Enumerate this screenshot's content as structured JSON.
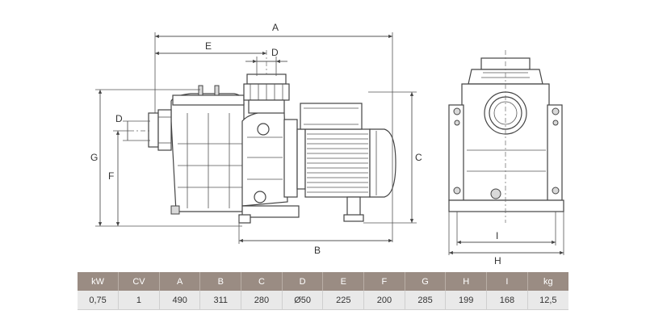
{
  "labels": {
    "a": "A",
    "b": "B",
    "c": "C",
    "d_top": "D",
    "d_side": "D",
    "e": "E",
    "f": "F",
    "g": "G",
    "h": "H",
    "i": "I"
  },
  "table": {
    "headers": [
      "kW",
      "CV",
      "A",
      "B",
      "C",
      "D",
      "E",
      "F",
      "G",
      "H",
      "I",
      "kg"
    ],
    "rows": [
      [
        "0,75",
        "1",
        "490",
        "311",
        "280",
        "Ø50",
        "225",
        "200",
        "285",
        "199",
        "168",
        "12,5"
      ]
    ]
  },
  "colors": {
    "header_bg": "#9a8c83",
    "row_bg": "#e9e9e9",
    "line": "#444444"
  }
}
